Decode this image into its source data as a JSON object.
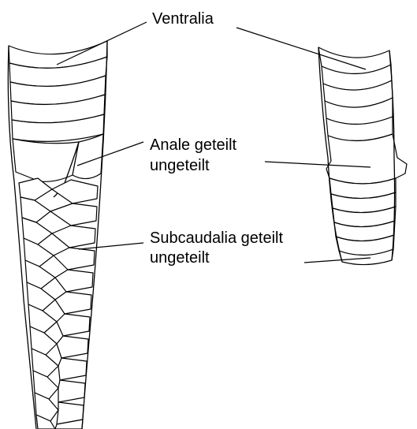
{
  "labels": {
    "ventralia": "Ventralia",
    "anale_geteilt": "Anale geteilt",
    "anale_ungeteilt": "ungeteilt",
    "subcaudalia_geteilt": "Subcaudalia geteilt",
    "subcaudalia_ungeteilt": "ungeteilt"
  },
  "colors": {
    "line": "#000000",
    "background": "#ffffff"
  }
}
